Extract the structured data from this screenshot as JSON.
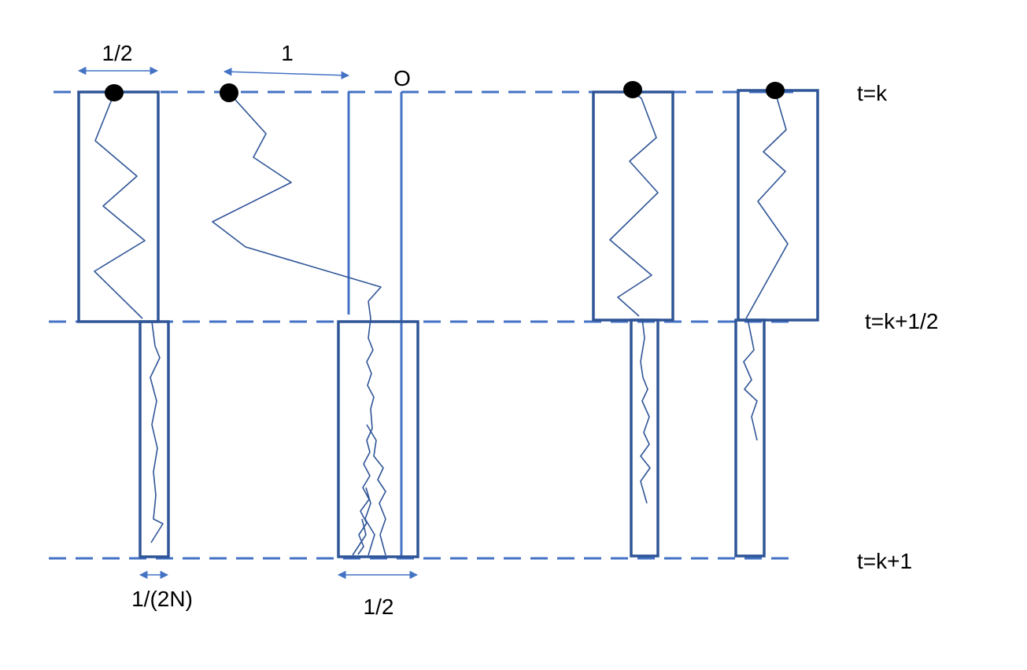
{
  "labels": {
    "t_k": "t=k",
    "t_k_half": "t=k+1/2",
    "t_k_one": "t=k+1",
    "origin": "O",
    "width_half_top": "1/2",
    "width_one": "1",
    "width_small": "1/(2N)",
    "width_half_bottom": "1/2"
  },
  "colors": {
    "dashed_line": "#4472c4",
    "box_stroke": "#2f5597",
    "path_stroke": "#2f5597",
    "dot": "#000000",
    "arrow": "#4472c4"
  }
}
